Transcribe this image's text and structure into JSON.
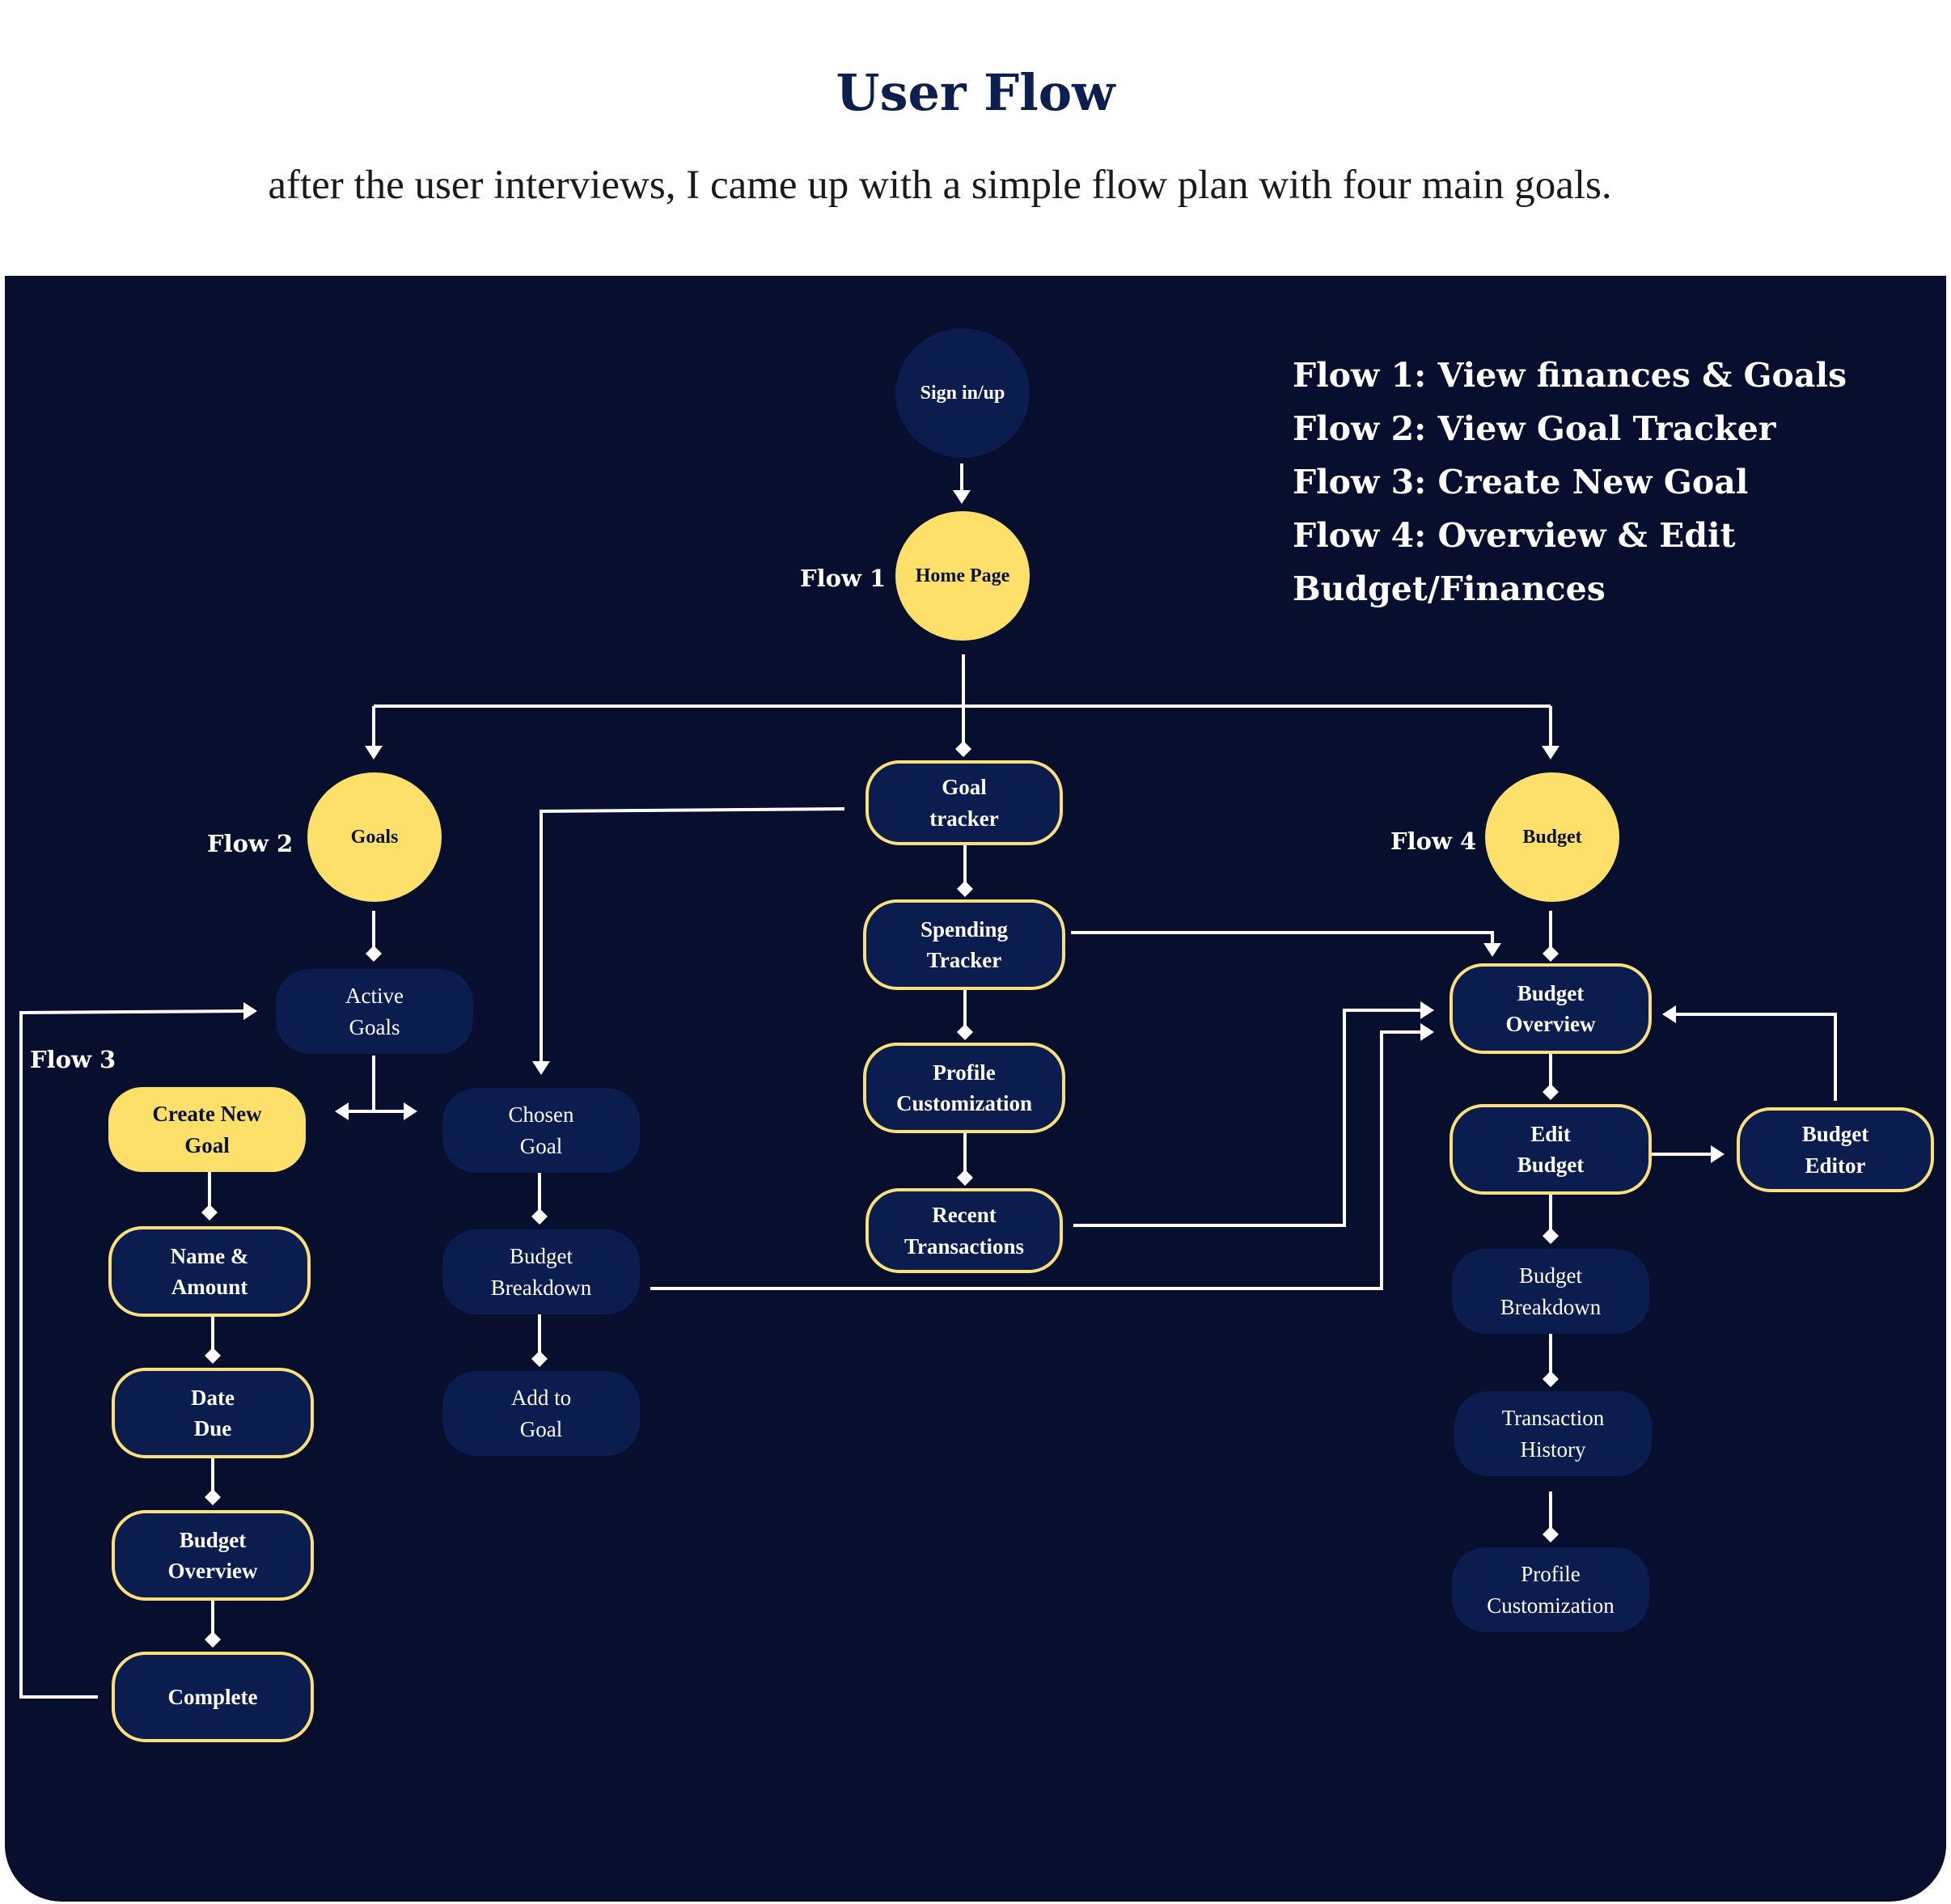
{
  "title": "User Flow",
  "subtitle": "after the user interviews, I came up with a simple flow plan with four  main goals.",
  "legend": [
    "Flow 1: View finances & Goals",
    "Flow 2:  View Goal Tracker",
    "Flow 3: Create New Goal",
    "Flow 4: Overview & Edit",
    "Budget/Finances"
  ],
  "flow_labels": {
    "flow1": "Flow 1",
    "flow2": "Flow 2",
    "flow3": "Flow 3",
    "flow4": "Flow 4"
  },
  "nodes": {
    "sign_in": "Sign in/up",
    "home": "Home Page",
    "goals": "Goals",
    "budget": "Budget",
    "goal_tracker": "Goal\ntracker",
    "spending_tracker": "Spending\nTracker",
    "profile_customization_center": "Profile\nCustomization",
    "recent_transactions": "Recent\nTransactions",
    "active_goals": "Active\nGoals",
    "chosen_goal": "Chosen\nGoal",
    "budget_breakdown_mid": "Budget\nBreakdown",
    "add_to_goal": "Add to\nGoal",
    "create_new_goal": "Create New\nGoal",
    "name_amount": "Name &\nAmount",
    "date_due": "Date\nDue",
    "budget_overview_left": "Budget\nOverview",
    "complete": "Complete",
    "budget_overview_right": "Budget\nOverview",
    "edit_budget": "Edit\nBudget",
    "budget_editor": "Budget\nEditor",
    "budget_breakdown_right": "Budget\nBreakdown",
    "transaction_history": "Transaction\nHistory",
    "profile_customization_right": "Profile\nCustomization"
  },
  "colors": {
    "panel": "#070e2e",
    "node_dark": "#0b1c4f",
    "accent_yellow": "#fde06a",
    "outline_yellow": "#f9e07a",
    "connector": "#ffffff",
    "title": "#0d1f4f"
  }
}
